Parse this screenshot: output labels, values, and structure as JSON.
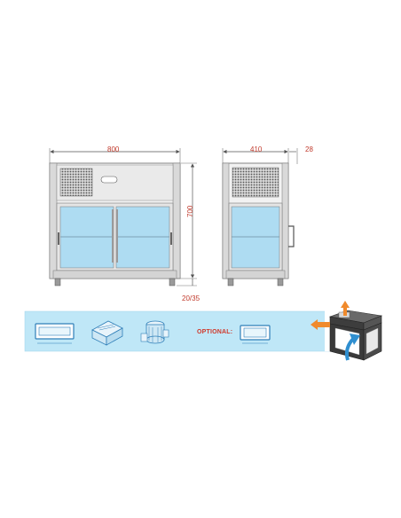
{
  "front_view": {
    "width_label": "800",
    "height_label": "700",
    "feet_label": "20/35"
  },
  "side_view": {
    "depth_label": "410",
    "handle_label": "28"
  },
  "options_bar": {
    "optional_label": "OPTIONAL:"
  },
  "colors": {
    "dimension_text": "#c0392b",
    "glass": "#aedcf2",
    "cabinet_frame": "#d7d7d7",
    "banner": "#bfe7f7",
    "airflow_orange": "#f08a2c",
    "airflow_blue": "#2f8fd0"
  },
  "icons": [
    "tray-icon",
    "compressor-unit-icon",
    "condenser-icon",
    "optional-tray-icon",
    "airflow-unit-icon"
  ]
}
